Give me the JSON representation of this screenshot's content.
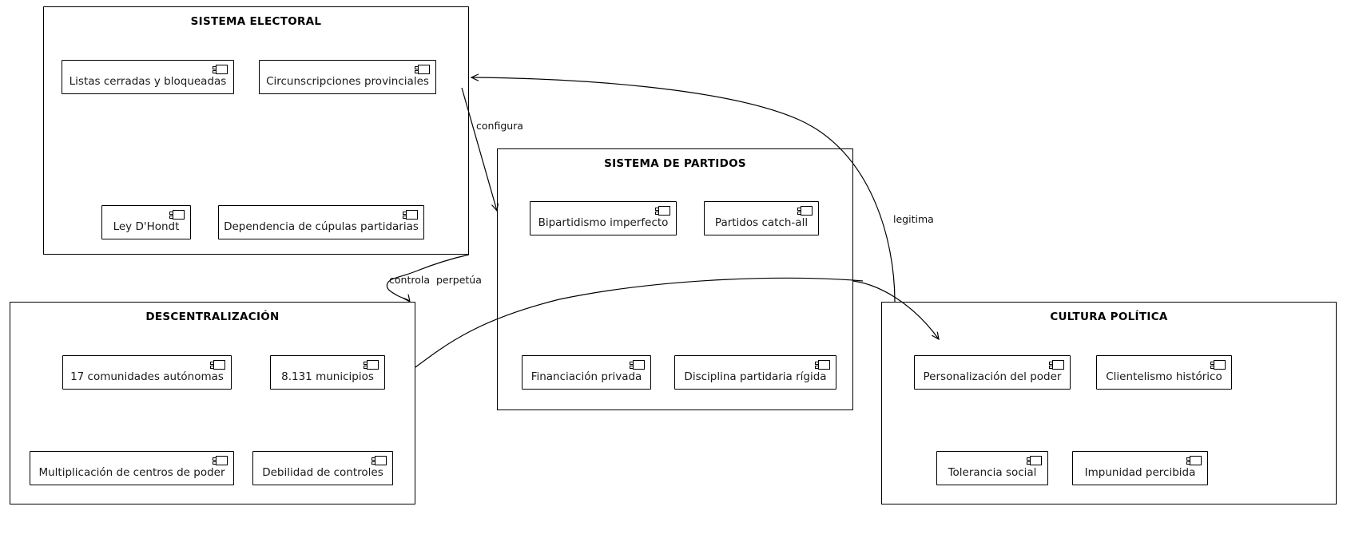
{
  "diagram": {
    "type": "uml-component-diagram",
    "packages": [
      {
        "id": "sistema-electoral",
        "title": "SISTEMA ELECTORAL",
        "components": [
          {
            "label": "Listas cerradas y bloqueadas"
          },
          {
            "label": "Circunscripciones provinciales"
          },
          {
            "label": "Ley D'Hondt"
          },
          {
            "label": "Dependencia de cúpulas partidarias"
          }
        ]
      },
      {
        "id": "sistema-de-partidos",
        "title": "SISTEMA DE PARTIDOS",
        "components": [
          {
            "label": "Bipartidismo imperfecto"
          },
          {
            "label": "Partidos catch-all"
          },
          {
            "label": "Financiación privada"
          },
          {
            "label": "Disciplina partidaria rígida"
          }
        ]
      },
      {
        "id": "descentralizacion",
        "title": "DESCENTRALIZACIÓN",
        "components": [
          {
            "label": "17 comunidades autónomas"
          },
          {
            "label": "8.131 municipios"
          },
          {
            "label": "Multiplicación de centros de poder"
          },
          {
            "label": "Debilidad de controles"
          }
        ]
      },
      {
        "id": "cultura-politica",
        "title": "CULTURA POLÍTICA",
        "components": [
          {
            "label": "Personalización del poder"
          },
          {
            "label": "Clientelismo histórico"
          },
          {
            "label": "Tolerancia social"
          },
          {
            "label": "Impunidad percibida"
          }
        ]
      }
    ],
    "edges": [
      {
        "id": "configura",
        "label": "configura",
        "from": "sistema-electoral",
        "to": "sistema-de-partidos"
      },
      {
        "id": "controla",
        "label": "controla",
        "from": "sistema-electoral",
        "to": "descentralizacion"
      },
      {
        "id": "perpetua",
        "label": "perpetúa",
        "from": "descentralizacion",
        "to": "sistema-de-partidos"
      },
      {
        "id": "legitima",
        "label": "legitima",
        "from": "cultura-politica",
        "to": "sistema-electoral"
      },
      {
        "id": "partidos-cultura",
        "label": "",
        "from": "sistema-de-partidos",
        "to": "cultura-politica"
      }
    ],
    "icon": {
      "name": "uml-component-icon"
    },
    "colors": {
      "stroke": "#000000",
      "background": "#ffffff",
      "text": "#1a1a1a"
    }
  }
}
